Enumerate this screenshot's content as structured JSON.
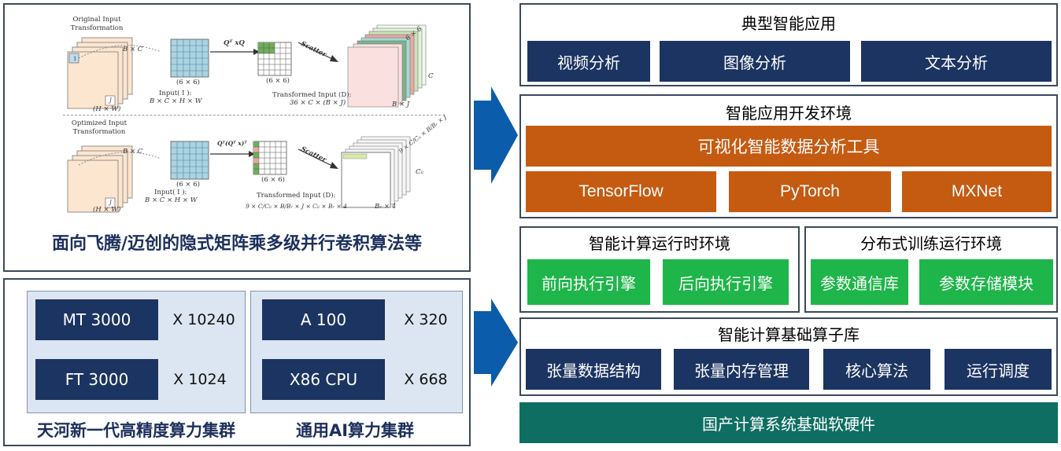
{
  "left_top": {
    "caption": "面向飞腾/迈创的隐式矩阵乘多级并行卷积算法等",
    "figure": {
      "row1": {
        "heading": "Original Input Transformation",
        "stack_label": "(H × W)",
        "stack_b_c": "B × C",
        "cell_1": "1",
        "cell_j": "J",
        "grid1_label": "(6 × 6)",
        "op": "Qᵀ xQ",
        "grid2_label": "(6 × 6)",
        "input_line1": "Input( I ):",
        "input_line2": "B × C × H × W",
        "scatter": "Scatter",
        "transformed_line1": "Transformed Input (D):",
        "transformed_line2": "36 × C × (B × J)",
        "out_top": "6 × 6",
        "out_side": "C",
        "out_bottom": "B × J"
      },
      "row2": {
        "heading": "Optimized Input Transformation",
        "stack_label": "(H × W)",
        "stack_b_c": "B × C",
        "cell_j": "J",
        "grid1_label": "(6 × 6)",
        "op": "Qᵀ(Qᵀ x)ᵀ",
        "grid2_label": "(6 × 6)",
        "input_line1": "Input( I ):",
        "input_line2": "B × C × H × W",
        "scatter": "Scatter",
        "transformed_line1": "Transformed Input (D):",
        "transformed_line2": "9 × C/Cᵢᵢ × B/Bᵣ × J × Cᵢᵢ × Bᵣ × 4",
        "out_top": "9 × C/Cᵢᵢ × B/Bᵣ × J",
        "out_side": "Cᵢᵢ",
        "out_bottom": "Bᵣ × 4"
      }
    }
  },
  "left_bottom": {
    "tianhe": {
      "title": "天河新一代高精度算力集群",
      "items": [
        {
          "name": "MT 3000",
          "count": "X  10240"
        },
        {
          "name": "FT 3000",
          "count": "X  1024"
        }
      ]
    },
    "general": {
      "title": "通用AI算力集群",
      "items": [
        {
          "name": "A 100",
          "count": "X  320"
        },
        {
          "name": "X86 CPU",
          "count": "X  668"
        }
      ]
    }
  },
  "right": {
    "apps": {
      "title": "典型智能应用",
      "items": [
        "视频分析",
        "图像分析",
        "文本分析"
      ]
    },
    "dev_env": {
      "title": "智能应用开发环境",
      "tool": "可视化智能数据分析工具",
      "frameworks": [
        "TensorFlow",
        "PyTorch",
        "MXNet"
      ]
    },
    "runtime": {
      "title": "智能计算运行时环境",
      "items": [
        "前向执行引擎",
        "后向执行引擎"
      ]
    },
    "distributed": {
      "title": "分布式训练运行环境",
      "items": [
        "参数通信库",
        "参数存储模块"
      ]
    },
    "operators": {
      "title": "智能计算基础算子库",
      "items": [
        "张量数据结构",
        "张量内存管理",
        "核心算法",
        "运行调度"
      ]
    },
    "foundation": "国产计算系统基础软硬件"
  },
  "colors": {
    "navy": "#1c3461",
    "orange": "#c55a11",
    "green": "#1eb54a",
    "teal": "#0e6e62",
    "arrow": "#0b5cab",
    "hardware_bg": "#dce6f2"
  }
}
